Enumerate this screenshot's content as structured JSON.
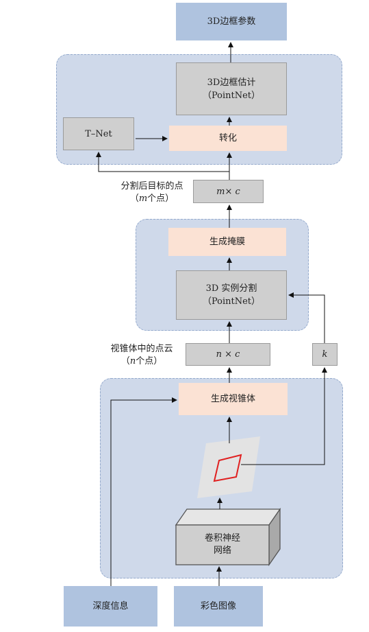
{
  "nodes": {
    "bbox_params": "3D边框参数",
    "bbox_estimation_line1": "3D边框估计",
    "bbox_estimation_line2": "（PointNet）",
    "tnet": "T–Net",
    "transform": "转化",
    "m_times_c": "m× c",
    "segmented_points_line1": "分割后目标的点",
    "segmented_points_line2_var": "m",
    "segmented_points_line2_rest": "个点）",
    "segmented_points_line2_open": "（",
    "generate_mask": "生成掩膜",
    "instance_seg_line1": "3D 实例分割",
    "instance_seg_line2": "（PointNet）",
    "frustum_points_line1": "视锥体中的点云",
    "frustum_points_line2_open": "（",
    "frustum_points_line2_var": "n",
    "frustum_points_line2_rest": "个点）",
    "n_times_c": "n × c",
    "k": "k",
    "generate_frustum": "生成视锥体",
    "cnn_line1": "卷积神经",
    "cnn_line2": "网络",
    "depth_info": "深度信息",
    "color_image": "彩色图像"
  },
  "colors": {
    "input_output_box": "#afc3df",
    "module_box": "#cfcfcf",
    "operation_box": "#fbe2d4",
    "region_fill": "#cfd9ea",
    "region_border": "#93a9cc",
    "detection_box": "#e02020"
  }
}
